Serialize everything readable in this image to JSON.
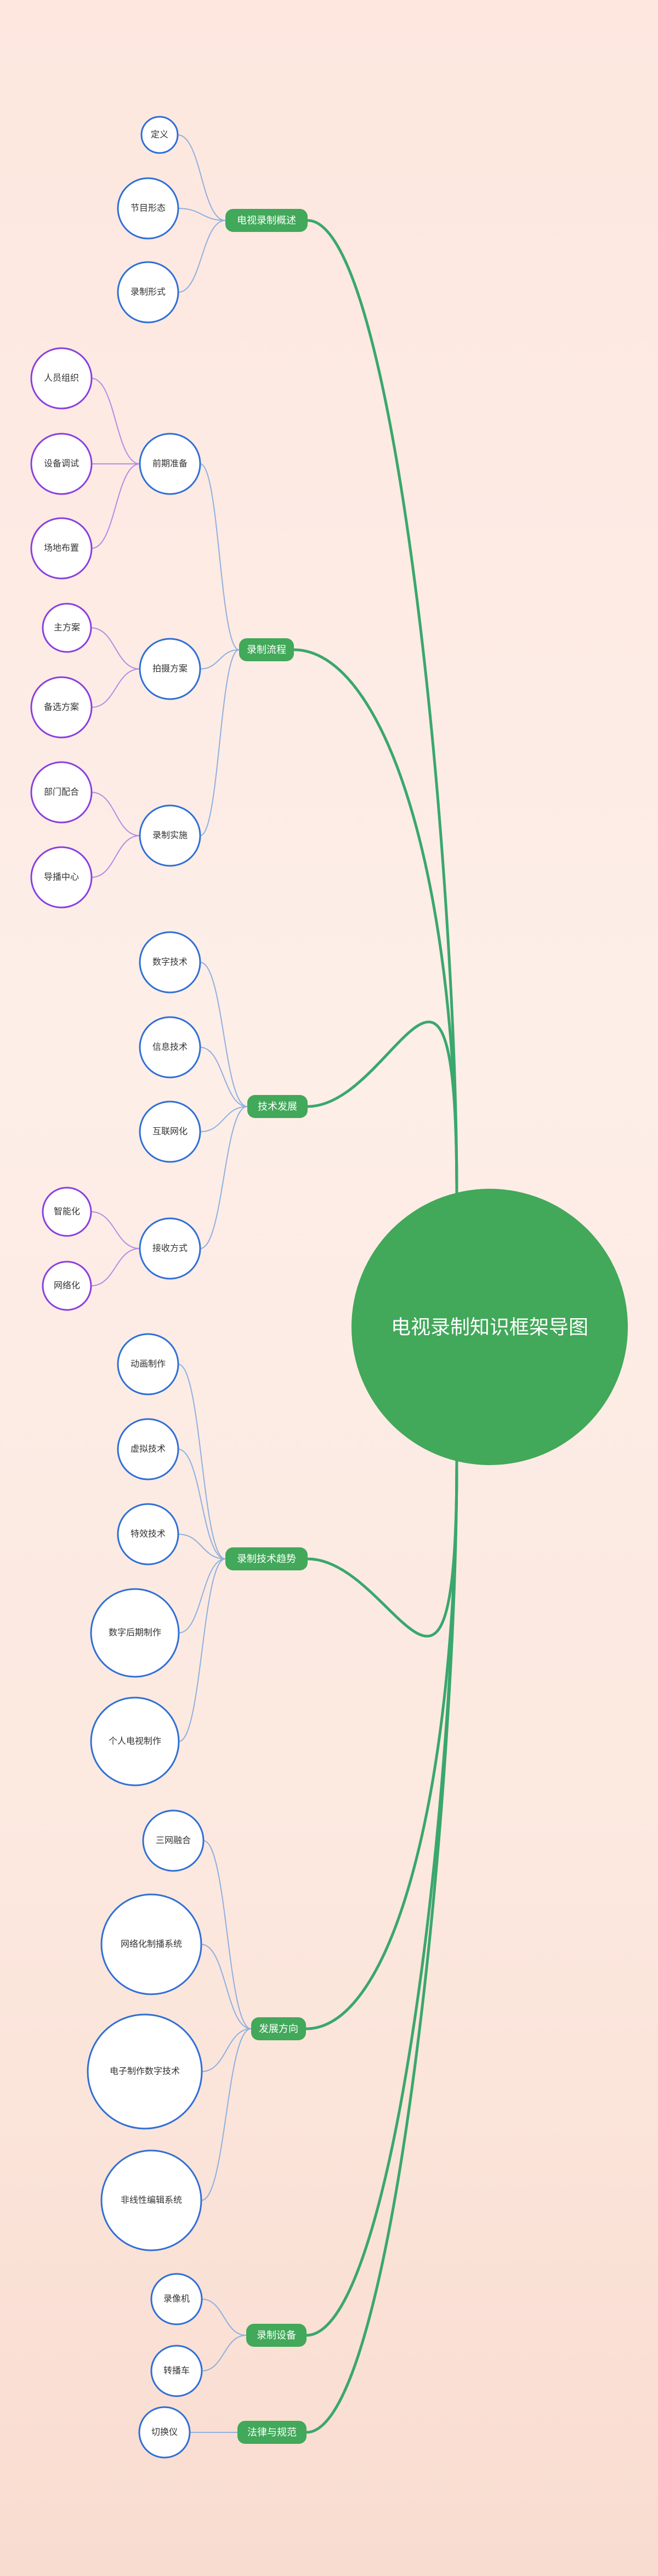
{
  "colors": {
    "green": "#42a85a",
    "greenLine": "#3aa76d",
    "leafBlue": "#2f6fd6",
    "leafPurple": "#8a3fe0",
    "lineBlue": "#8fb0e0",
    "linePurple": "#b58be6",
    "leafText": "#333333",
    "branchText": "#ffffff"
  },
  "root": {
    "label": "电视录制知识框架导图"
  },
  "branches": [
    {
      "label": "电视录制概述",
      "children": [
        {
          "label": "定义"
        },
        {
          "label": "节目形态"
        },
        {
          "label": "录制形式"
        }
      ]
    },
    {
      "label": "录制流程",
      "children": [
        {
          "label": "前期准备",
          "children": [
            {
              "label": "人员组织"
            },
            {
              "label": "设备调试"
            },
            {
              "label": "场地布置"
            }
          ]
        },
        {
          "label": "拍摄方案",
          "children": [
            {
              "label": "主方案"
            },
            {
              "label": "备选方案"
            }
          ]
        },
        {
          "label": "录制实施",
          "children": [
            {
              "label": "部门配合"
            },
            {
              "label": "导播中心"
            }
          ]
        }
      ]
    },
    {
      "label": "技术发展",
      "children": [
        {
          "label": "数字技术"
        },
        {
          "label": "信息技术"
        },
        {
          "label": "互联网化"
        },
        {
          "label": "接收方式",
          "children": [
            {
              "label": "智能化"
            },
            {
              "label": "网络化"
            }
          ]
        }
      ]
    },
    {
      "label": "录制技术趋势",
      "children": [
        {
          "label": "动画制作"
        },
        {
          "label": "虚拟技术"
        },
        {
          "label": "特效技术"
        },
        {
          "label": "数字后期制作"
        },
        {
          "label": "个人电视制作"
        }
      ]
    },
    {
      "label": "发展方向",
      "children": [
        {
          "label": "三网融合"
        },
        {
          "label": "网络化制播系统"
        },
        {
          "label": "电子制作数字技术"
        },
        {
          "label": "非线性编辑系统"
        }
      ]
    },
    {
      "label": "录制设备",
      "children": [
        {
          "label": "录像机"
        },
        {
          "label": "转播车"
        }
      ]
    },
    {
      "label": "法律与规范",
      "children": [
        {
          "label": "切换仪"
        }
      ]
    }
  ]
}
